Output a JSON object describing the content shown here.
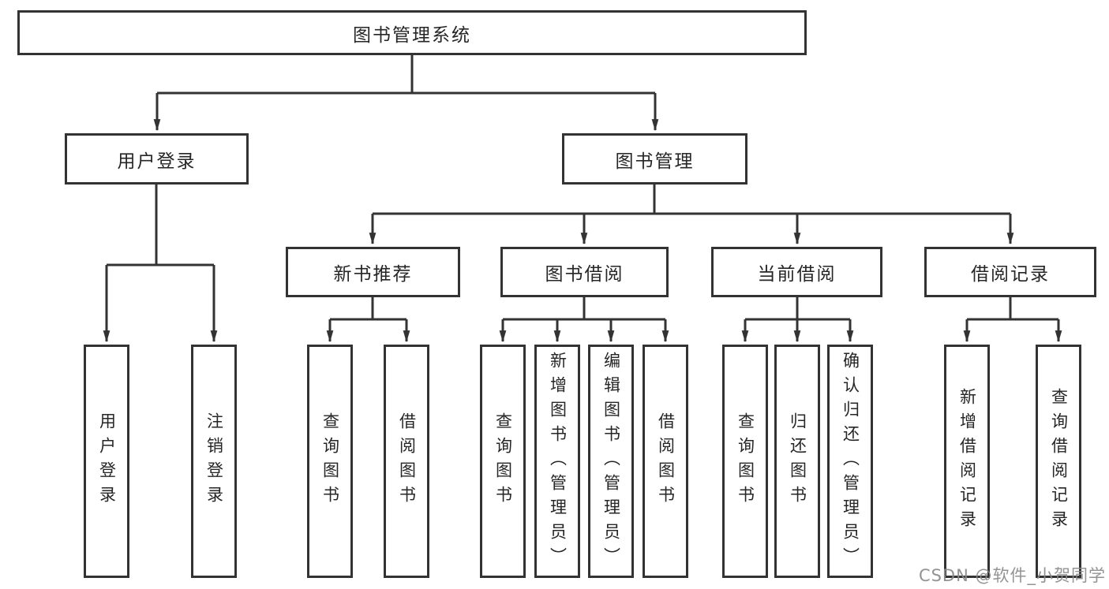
{
  "diagram": {
    "title": "图书管理系统",
    "level2": [
      {
        "label": "用户登录"
      },
      {
        "label": "图书管理"
      }
    ],
    "level3": [
      {
        "label": "新书推荐",
        "parent": "图书管理"
      },
      {
        "label": "图书借阅",
        "parent": "图书管理"
      },
      {
        "label": "当前借阅",
        "parent": "图书管理"
      },
      {
        "label": "借阅记录",
        "parent": "图书管理"
      }
    ],
    "leaves": [
      {
        "label": "用户登录",
        "parent": "用户登录"
      },
      {
        "label": "注销登录",
        "parent": "用户登录"
      },
      {
        "label": "查询图书",
        "parent": "新书推荐"
      },
      {
        "label": "借阅图书",
        "parent": "新书推荐"
      },
      {
        "label": "查询图书",
        "parent": "图书借阅"
      },
      {
        "label": "新增图书（管理员）",
        "parent": "图书借阅"
      },
      {
        "label": "编辑图书（管理员）",
        "parent": "图书借阅"
      },
      {
        "label": "借阅图书",
        "parent": "图书借阅"
      },
      {
        "label": "查询图书",
        "parent": "当前借阅"
      },
      {
        "label": "归还图书",
        "parent": "当前借阅"
      },
      {
        "label": "确认归还（管理员）",
        "parent": "当前借阅"
      },
      {
        "label": "新增借阅记录",
        "parent": "借阅记录"
      },
      {
        "label": "查询借阅记录",
        "parent": "借阅记录"
      }
    ],
    "watermark": "CSDN @软件_小贺同学",
    "colors": {
      "line": "#333333",
      "text": "#262626",
      "background": "#ffffff",
      "watermark": "#8a8a8a"
    }
  }
}
